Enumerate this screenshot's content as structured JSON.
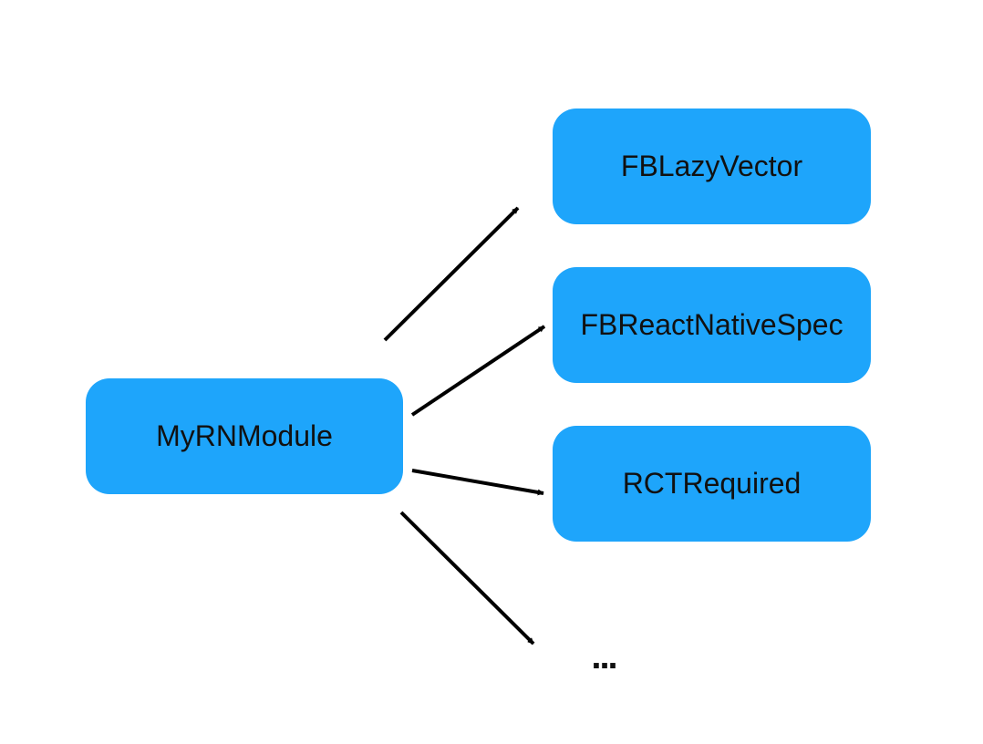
{
  "source": {
    "label": "MyRNModule"
  },
  "targets": [
    {
      "label": "FBLazyVector"
    },
    {
      "label": "FBReactNativeSpec"
    },
    {
      "label": "RCTRequired"
    }
  ],
  "more": {
    "label": "..."
  },
  "colors": {
    "node_fill": "#1ea5fb",
    "text": "#111111",
    "arrow": "#000000",
    "background": "#ffffff"
  }
}
